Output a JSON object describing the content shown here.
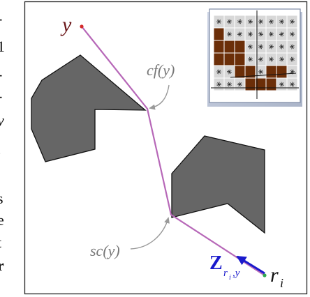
{
  "labels": {
    "y": "y",
    "cf": "cf(y)",
    "sc": "sc(y)",
    "z_main": "Z",
    "z_sub": "r",
    "z_sub_i": "i",
    "z_sub_y": ",y",
    "r_main": "r",
    "r_sub": "i"
  },
  "left_margin_fragments": [
    "-",
    "1",
    "-",
    "-",
    "y",
    ",",
    "j",
    "s",
    "e",
    "t",
    "r"
  ],
  "colors": {
    "path": "#b768b8",
    "obstacle_fill": "#666666",
    "arrow_gray": "#9a9a9a",
    "arrow_blue": "#1a1acc",
    "label_dark_red": "#6a1518",
    "label_gray": "#777777",
    "point_red": "#d42a2a",
    "point_green": "#2fa84f",
    "grid_brown": "#6b2e08",
    "grid_cell": "#d8d8d8",
    "frame": "#222222"
  },
  "inset_grid": {
    "rows": 6,
    "cols": 8,
    "filled": [
      [
        0,
        0,
        0,
        0,
        0,
        0,
        0,
        0
      ],
      [
        1,
        0,
        0,
        0,
        0,
        0,
        0,
        0
      ],
      [
        1,
        1,
        1,
        0,
        0,
        0,
        0,
        0
      ],
      [
        1,
        1,
        1,
        0,
        0,
        0,
        0,
        0
      ],
      [
        0,
        0,
        1,
        1,
        0,
        1,
        1,
        0
      ],
      [
        0,
        0,
        0,
        1,
        1,
        1,
        0,
        0
      ]
    ]
  }
}
